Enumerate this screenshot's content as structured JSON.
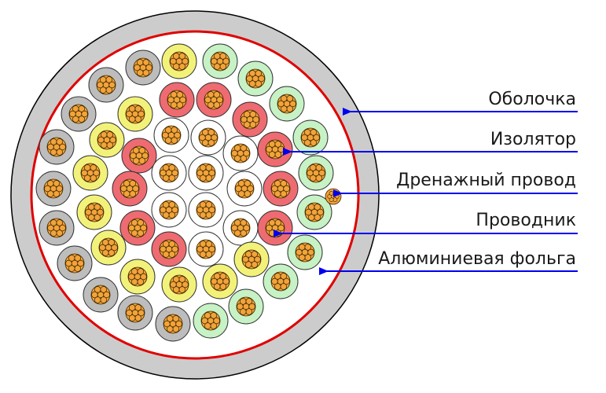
{
  "labels": {
    "sheath": "Оболочка",
    "insulator": "Изолятор",
    "drain": "Дренажный провод",
    "conductor": "Проводник",
    "foil": "Алюминиевая фольга"
  },
  "colors": {
    "sheath": "#cccccc",
    "foil": "#e00000",
    "core_bg": "#ffffff",
    "arrow": "#0000ee",
    "copper": "#f2a33a",
    "strand_outline": "#3a2600",
    "insulation_grey": "#bdbdbd",
    "insulation_yellow": "#f2f27a",
    "insulation_red": "#ee6b72",
    "insulation_green": "#c6f2c6",
    "insulation_white": "#ffffff"
  }
}
